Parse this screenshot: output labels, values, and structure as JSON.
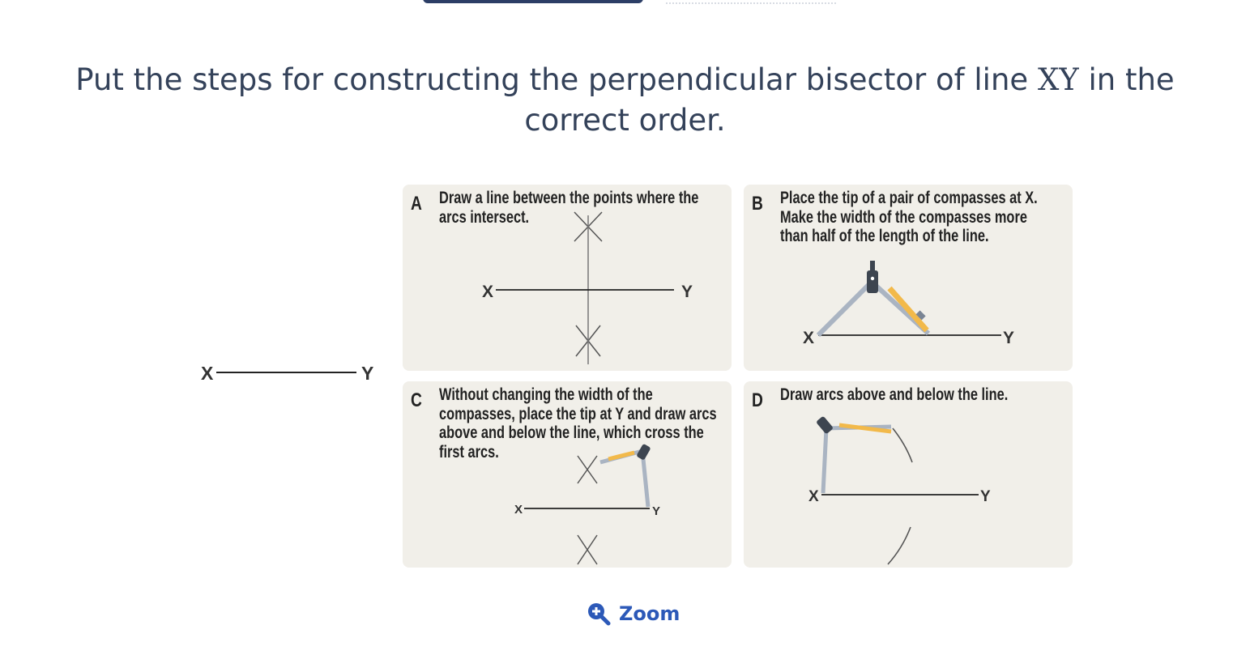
{
  "question": {
    "before": "Put the steps for constructing the perpendicular bisector of line ",
    "variable": "XY",
    "after": " in the correct order."
  },
  "reference_line": {
    "left_label": "X",
    "right_label": "Y"
  },
  "cards": [
    {
      "letter": "A",
      "text": "Draw a line between the points where the arcs intersect."
    },
    {
      "letter": "B",
      "text": "Place the tip of a pair of compasses at X. Make the width of the compasses more than half of the length of the line."
    },
    {
      "letter": "C",
      "text": "Without changing the width of the compasses, place the tip at Y and draw arcs above and below the line, which cross the first arcs."
    },
    {
      "letter": "D",
      "text": "Draw arcs above and below the line."
    }
  ],
  "diagram_labels": {
    "x": "X",
    "y": "Y"
  },
  "zoom": {
    "label": "Zoom",
    "icon": "zoom-in-icon"
  },
  "colors": {
    "accent": "#2c59b8",
    "card_bg": "#f1efe9",
    "text": "#34425a"
  }
}
